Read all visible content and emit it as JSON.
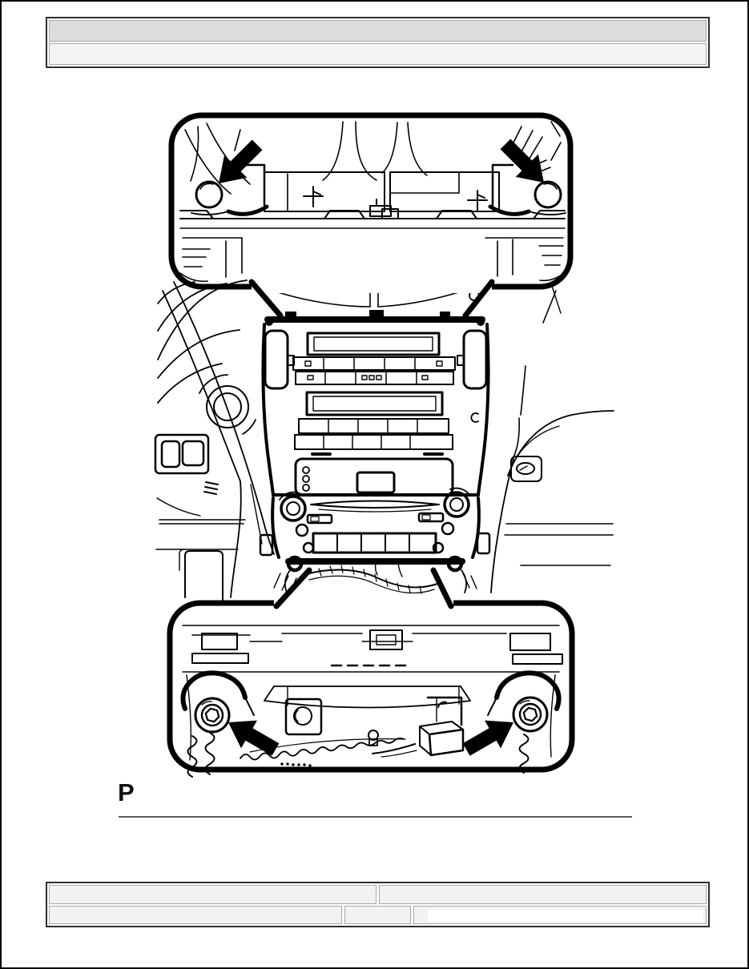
{
  "document": {
    "note_letter": "P"
  },
  "figure": {
    "description": "Black-and-white line-art service diagram of the center instrument panel (audio and climate control unit) with two magnified callout views; thick arrows indicate the upper two clips and lower two clip bolts",
    "upper_callout": "upper retaining clips",
    "lower_callout": "lower retaining clips"
  },
  "header_table": {
    "row1_text": "",
    "row2_text": ""
  },
  "footer_table": {
    "r1c1": "",
    "r1c2": "",
    "r2c1": "",
    "r2c2": "",
    "r2c3_field": ""
  },
  "colors": {
    "line_art": "#000000",
    "rule_line": "#5a5a5a",
    "header_row1_bg": "#dcdcdc",
    "header_row2_bg": "#f4f4f4",
    "footer_cell_bg": "#f2f2f2",
    "table_border": "#2f2f2f",
    "cell_border": "#a8a8a8",
    "page_bg": "#ffffff"
  }
}
